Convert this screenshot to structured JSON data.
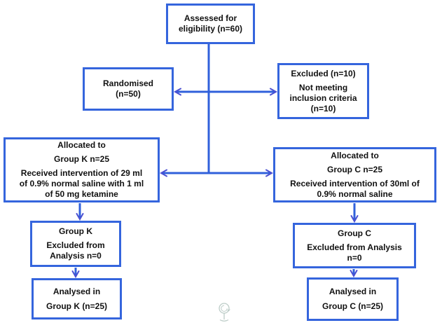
{
  "diagram": {
    "kind": "participant-flow-diagram",
    "colors": {
      "box_border": "#3565dd",
      "connector_line": "#3060db",
      "arrowhead": "#4b50d2",
      "text": "#111111",
      "background": "#ffffff",
      "watermark": "#86a39a"
    },
    "boxes": {
      "assessed": {
        "lines": [
          "Assessed for",
          "eligibility (n=60)"
        ]
      },
      "randomised": {
        "lines": [
          "Randomised",
          "(n=50)"
        ]
      },
      "excluded": {
        "lines": [
          "Excluded (n=10)",
          "Not meeting",
          "inclusion criteria",
          "(n=10)"
        ]
      },
      "allocated_k": {
        "lines": [
          "Allocated to",
          "Group K n=25",
          "Received intervention of 29 ml",
          "of 0.9% normal saline with 1 ml",
          "of 50 mg ketamine"
        ]
      },
      "allocated_c": {
        "lines": [
          "Allocated to",
          "Group C n=25",
          "Received intervention of 30ml of",
          "0.9% normal saline"
        ]
      },
      "excluded_k": {
        "lines": [
          "Group K",
          "Excluded from",
          "Analysis n=0"
        ]
      },
      "excluded_c": {
        "lines": [
          "Group C",
          "Excluded from Analysis",
          "n=0"
        ]
      },
      "analysed_k": {
        "lines": [
          "Analysed in",
          "Group K (n=25)"
        ]
      },
      "analysed_c": {
        "lines": [
          "Analysed in",
          "Group C (n=25)"
        ]
      }
    },
    "icons": {
      "watermark": "circular-arrow-stand-icon"
    }
  }
}
